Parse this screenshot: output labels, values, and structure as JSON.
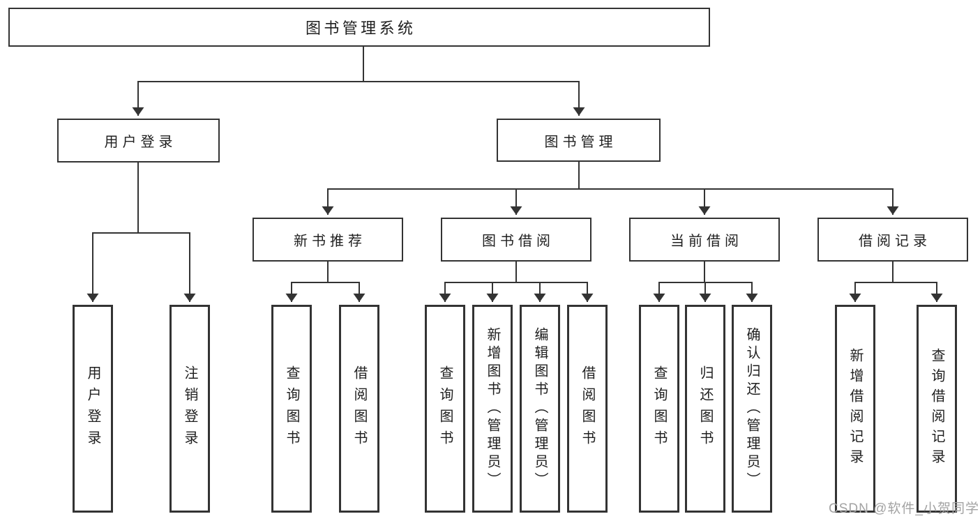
{
  "diagram": {
    "type": "hierarchy-structure-chart",
    "tree": {
      "root": {
        "label": "图书管理系统"
      },
      "branches": [
        {
          "label": "用户登录",
          "children": [
            {
              "label": "用户登录"
            },
            {
              "label": "注销登录"
            }
          ]
        },
        {
          "label": "图书管理",
          "children": [
            {
              "label": "新书推荐",
              "children": [
                {
                  "label": "查询图书"
                },
                {
                  "label": "借阅图书"
                }
              ]
            },
            {
              "label": "图书借阅",
              "children": [
                {
                  "label": "查询图书"
                },
                {
                  "label": "新增图书（管理员）"
                },
                {
                  "label": "编辑图书（管理员）"
                },
                {
                  "label": "借阅图书"
                }
              ]
            },
            {
              "label": "当前借阅",
              "children": [
                {
                  "label": "查询图书"
                },
                {
                  "label": "归还图书"
                },
                {
                  "label": "确认归还（管理员）"
                }
              ]
            },
            {
              "label": "借阅记录",
              "children": [
                {
                  "label": "新增借阅记录"
                },
                {
                  "label": "查询借阅记录"
                }
              ]
            }
          ]
        }
      ]
    },
    "colors": {
      "line": "#333333",
      "box_border": "#333333",
      "text": "#1f1f1f",
      "background": "#ffffff",
      "watermark": "#a3a3a3"
    }
  },
  "watermark": {
    "text": "CSDN @软件_小贺同学"
  }
}
